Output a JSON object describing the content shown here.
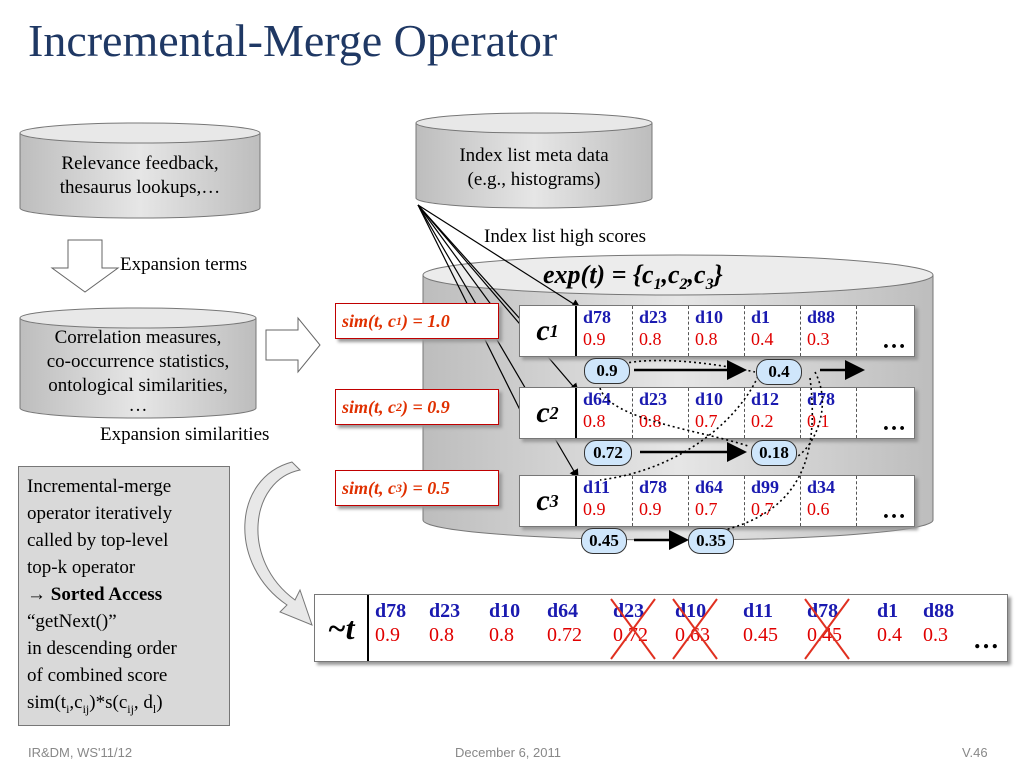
{
  "title": "Incremental-Merge Operator",
  "relevance_box": {
    "line1": "Relevance feedback,",
    "line2": "thesaurus lookups,…"
  },
  "expansion_terms": "Expansion terms",
  "correlation_box": {
    "line1": "Correlation measures,",
    "line2": "co-occurrence statistics,",
    "line3": "ontological similarities,",
    "line4": "…"
  },
  "expansion_similarities": "Expansion similarities",
  "meta_box": {
    "line1": "Index list meta data",
    "line2": "(e.g., histograms)"
  },
  "high_scores": "Index list high scores",
  "exp_label": {
    "a": "exp(t) = {c",
    "s1": "1",
    "b": ",c",
    "s2": "2",
    "c": ",c",
    "s3": "3",
    "d": "}"
  },
  "sims": [
    {
      "pre": "sim(t, c",
      "sub": "1",
      "post": " ) = 1.0"
    },
    {
      "pre": "sim(t, c",
      "sub": "2",
      "post": " ) = 0.9"
    },
    {
      "pre": "sim(t, c",
      "sub": "3",
      "post": " ) = 0.5"
    }
  ],
  "lists": [
    {
      "name": "c",
      "sub": "1",
      "items": [
        {
          "d": "d78",
          "s": "0.9"
        },
        {
          "d": "d23",
          "s": "0.8"
        },
        {
          "d": "d10",
          "s": "0.8"
        },
        {
          "d": "d1",
          "s": "0.4"
        },
        {
          "d": "d88",
          "s": "0.3"
        }
      ],
      "ovals": [
        "0.9",
        "0.4"
      ]
    },
    {
      "name": "c",
      "sub": "2",
      "items": [
        {
          "d": "d64",
          "s": "0.8"
        },
        {
          "d": "d23",
          "s": "0.8"
        },
        {
          "d": "d10",
          "s": "0.7"
        },
        {
          "d": "d12",
          "s": "0.2"
        },
        {
          "d": "d78",
          "s": "0.1"
        }
      ],
      "ovals": [
        "0.72",
        "0.18"
      ]
    },
    {
      "name": "c",
      "sub": "3",
      "items": [
        {
          "d": "d11",
          "s": "0.9"
        },
        {
          "d": "d78",
          "s": "0.9"
        },
        {
          "d": "d64",
          "s": "0.7"
        },
        {
          "d": "d99",
          "s": "0.7"
        },
        {
          "d": "d34",
          "s": "0.6"
        }
      ],
      "ovals": [
        "0.45",
        "0.35"
      ]
    }
  ],
  "ellipsis": "…",
  "sidebox": {
    "l1": "Incremental-merge",
    "l2": "operator iteratively",
    "l3": "called by top-level",
    "l4": "top-k operator",
    "arrow": "→",
    "l5": "Sorted Access",
    "l6": "“getNext()”",
    "l7": "in descending order",
    "l8": "of combined score",
    "l9a": "sim(t",
    "l9i": "i",
    "l9b": ",c",
    "l9ij": "ij",
    "l9c": ")*s(c",
    "l9ij2": "ij",
    "l9d": ", d",
    "l9l": "l",
    "l9e": ")"
  },
  "result": {
    "name": "~t",
    "items": [
      {
        "d": "d78",
        "s": "0.9",
        "crossed": false
      },
      {
        "d": "d23",
        "s": "0.8",
        "crossed": false
      },
      {
        "d": "d10",
        "s": "0.8",
        "crossed": false
      },
      {
        "d": "d64",
        "s": "0.72",
        "crossed": false
      },
      {
        "d": "d23",
        "s": "0.72",
        "crossed": true
      },
      {
        "d": "d10",
        "s": "0.63",
        "crossed": true
      },
      {
        "d": "d11",
        "s": "0.45",
        "crossed": false
      },
      {
        "d": "d78",
        "s": "0.45",
        "crossed": true
      },
      {
        "d": "d1",
        "s": "0.4",
        "crossed": false
      },
      {
        "d": "d88",
        "s": "0.3",
        "crossed": false
      }
    ]
  },
  "footer": {
    "left": "IR&DM, WS'11/12",
    "center": "December 6, 2011",
    "right": "V.46"
  }
}
